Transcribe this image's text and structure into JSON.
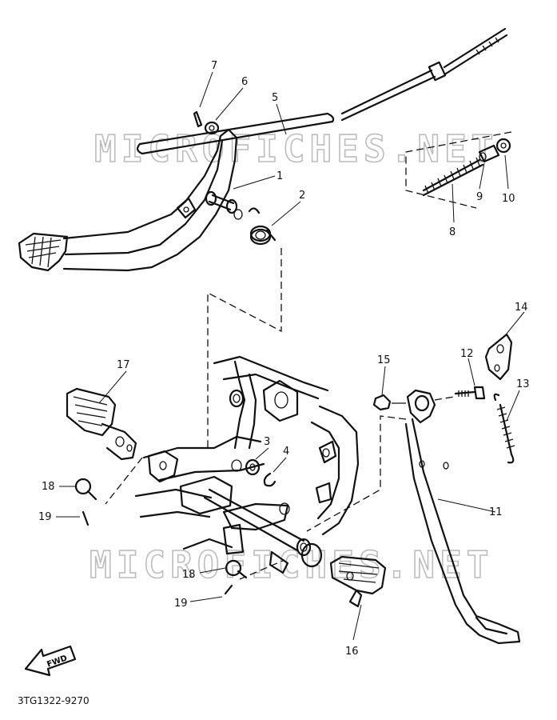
{
  "watermark": "MICROFICHES.NET",
  "part_code": "3TG1322-9270",
  "fwd_label": "FWD",
  "callouts": [
    {
      "id": "c1",
      "text": "1"
    },
    {
      "id": "c2",
      "text": "2"
    },
    {
      "id": "c3",
      "text": "3"
    },
    {
      "id": "c4",
      "text": "4"
    },
    {
      "id": "c5",
      "text": "5"
    },
    {
      "id": "c6",
      "text": "6"
    },
    {
      "id": "c7",
      "text": "7"
    },
    {
      "id": "c8",
      "text": "8"
    },
    {
      "id": "c9",
      "text": "9"
    },
    {
      "id": "c10",
      "text": "10"
    },
    {
      "id": "c11",
      "text": "11"
    },
    {
      "id": "c12",
      "text": "12"
    },
    {
      "id": "c13",
      "text": "13"
    },
    {
      "id": "c14",
      "text": "14"
    },
    {
      "id": "c15",
      "text": "15"
    },
    {
      "id": "c16",
      "text": "16"
    },
    {
      "id": "c17",
      "text": "17"
    },
    {
      "id": "c18a",
      "text": "18"
    },
    {
      "id": "c18b",
      "text": "18"
    },
    {
      "id": "c19a",
      "text": "19"
    },
    {
      "id": "c19b",
      "text": "19"
    }
  ]
}
